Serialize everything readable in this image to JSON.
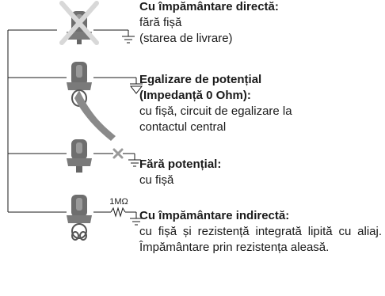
{
  "colors": {
    "line": "#1a1a1a",
    "connector": "#6e6e6e",
    "cross": "#d8d8d8",
    "cross_small": "#9a9a9a"
  },
  "sections": [
    {
      "heading": "Cu împământare directă:",
      "lines": [
        "fără fișă",
        "(starea de livrare)"
      ]
    },
    {
      "heading": "Egalizare de potențial",
      "lines": [
        "(Impedanță 0 Ohm):",
        "cu fișă, circuit de egalizare la",
        "contactul central"
      ]
    },
    {
      "heading": "Fără potențial:",
      "lines": [
        "cu fișă"
      ]
    },
    {
      "heading": "Cu împământare indirectă:",
      "lines": [
        "cu fișă și rezistență integrată lipită cu aliaj. Împământare prin rezistența aleasă."
      ]
    }
  ],
  "resistor_label": "1MΩ",
  "icons": [
    "connector-icon",
    "cross-icon",
    "ground-icon",
    "equipotential-icon",
    "resistor-icon",
    "plug-icon"
  ]
}
